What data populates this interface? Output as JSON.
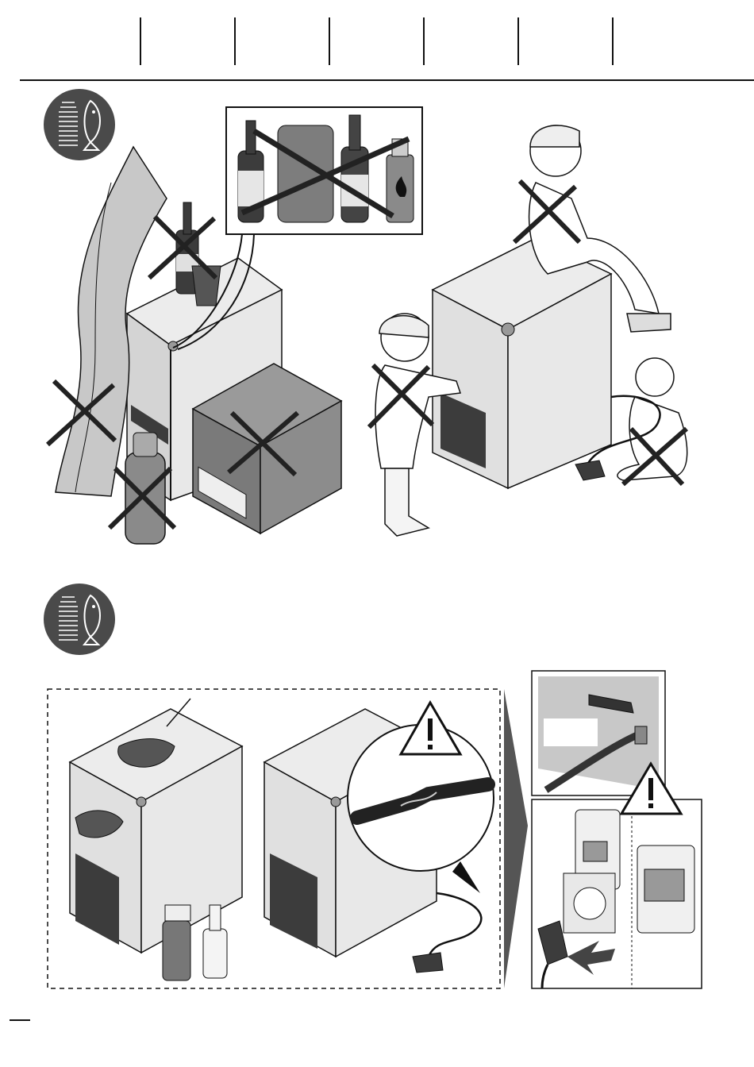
{
  "header": {
    "column_count": 7
  },
  "sections": [
    {
      "id": "safety-warnings",
      "badge_icon": "bottle-and-fish-icon",
      "prohibited": [
        "curtain",
        "bottle-and-glass-on-top",
        "gas-cylinder",
        "box-next-to-unit",
        "child-sitting-on-unit",
        "child-touching-grille",
        "infant-with-cable"
      ],
      "inset_items": [
        "beer-bottle",
        "can",
        "wine-bottle",
        "flammable-spray"
      ]
    },
    {
      "id": "cleaning-and-power",
      "badge_icon": "bottle-and-fish-icon",
      "steps": [
        "wipe-unit-with-cloth",
        "check-damaged-cable",
        "close-water-tap",
        "unplug-from-socket"
      ]
    }
  ],
  "colors": {
    "badge": "#4a4a4a",
    "unit_face": "#e6e6e6",
    "unit_side": "#d2d2d2",
    "dark": "#3c3c3c",
    "line": "#1a1a1a"
  }
}
